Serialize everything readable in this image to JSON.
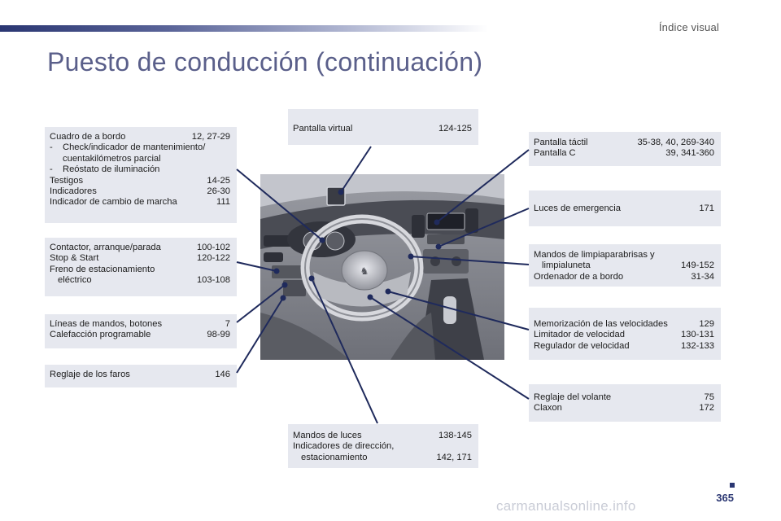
{
  "header": {
    "section": "Índice visual",
    "title": "Puesto de conducción (continuación)"
  },
  "boxes": {
    "cuadro": {
      "rows": [
        {
          "label": "Cuadro de a bordo",
          "pages": "12, 27-29"
        },
        {
          "dash": "-",
          "label": "Check/indicador de mantenimiento/ cuentakilómetros parcial"
        },
        {
          "dash": "-",
          "label": "Reóstato de iluminación"
        },
        {
          "label": "Testigos",
          "pages": "14-25"
        },
        {
          "label": "Indicadores",
          "pages": "26-30"
        },
        {
          "label": "Indicador de cambio de marcha",
          "pages": "111"
        }
      ]
    },
    "contactor": {
      "rows": [
        {
          "label": "Contactor, arranque/parada",
          "pages": "100-102"
        },
        {
          "label": "Stop & Start",
          "pages": "120-122"
        },
        {
          "label": "Freno de estacionamiento"
        },
        {
          "label": "eléctrico",
          "pages": "103-108"
        }
      ]
    },
    "lineas": {
      "rows": [
        {
          "label": "Líneas de mandos, botones",
          "pages": "7"
        },
        {
          "label": "Calefacción programable",
          "pages": "98-99"
        }
      ]
    },
    "faros": {
      "rows": [
        {
          "label": "Reglaje de los faros",
          "pages": "146"
        }
      ]
    },
    "virtual": {
      "rows": [
        {
          "label": "Pantalla virtual",
          "pages": "124-125"
        }
      ]
    },
    "luces_mandos": {
      "rows": [
        {
          "label": "Mandos de luces",
          "pages": "138-145"
        },
        {
          "label": "Indicadores de dirección,"
        },
        {
          "label": "estacionamiento",
          "pages": "142, 171"
        }
      ]
    },
    "tactil": {
      "rows": [
        {
          "label": "Pantalla táctil",
          "pages": "35-38, 40, 269-340"
        },
        {
          "label": "Pantalla C",
          "pages": "39, 341-360"
        }
      ]
    },
    "emergencia": {
      "rows": [
        {
          "label": "Luces de emergencia",
          "pages": "171"
        }
      ]
    },
    "limpia": {
      "rows": [
        {
          "label": "Mandos de limpiaparabrisas y"
        },
        {
          "label": "limpialuneta",
          "pages": "149-152"
        },
        {
          "label": "Ordenador de a bordo",
          "pages": "31-34"
        }
      ]
    },
    "velocidades": {
      "rows": [
        {
          "label": "Memorización de las velocidades",
          "pages": "129"
        },
        {
          "label": "Limitador de velocidad",
          "pages": "130-131"
        },
        {
          "label": "Regulador de velocidad",
          "pages": "132-133"
        }
      ]
    },
    "volante": {
      "rows": [
        {
          "label": "Reglaje del volante",
          "pages": "75"
        },
        {
          "label": "Claxon",
          "pages": "172"
        }
      ]
    }
  },
  "footer": {
    "page": "365",
    "watermark": "carmanualsonline.info"
  },
  "colors": {
    "accent": "#2a3672",
    "title": "#5a5f8a",
    "box_bg": "#e6e8ef",
    "callout": "#1f2a5c"
  }
}
